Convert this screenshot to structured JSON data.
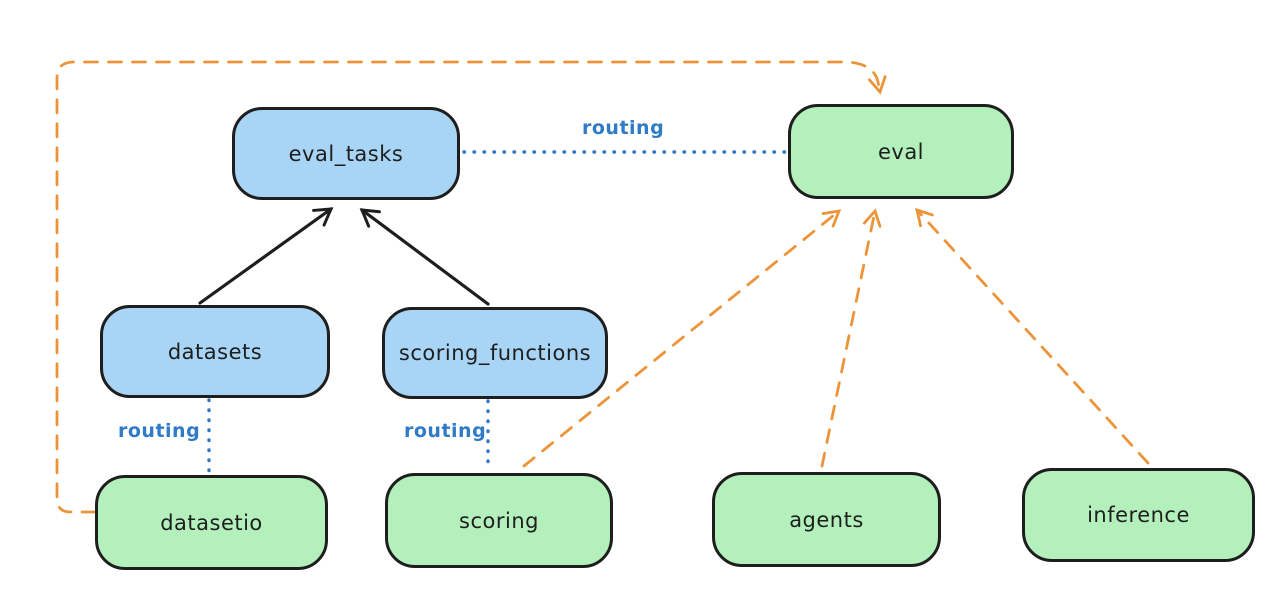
{
  "diagram": {
    "style": "hand-drawn flowchart (excalidraw-like)",
    "colors": {
      "background": "#ffffff",
      "node_stroke": "#1e1e1e",
      "blue_node_fill": "#a8d4f5",
      "green_node_fill": "#b4f0bc",
      "routing_label_blue": "#2f7bc7",
      "dotted_edge_blue": "#3277c2",
      "dashed_edge_orange": "#ec9439",
      "solid_edge_black": "#1e1e1e"
    },
    "nodes": [
      {
        "id": "eval_tasks",
        "label": "eval_tasks",
        "color": "blue"
      },
      {
        "id": "eval",
        "label": "eval",
        "color": "green"
      },
      {
        "id": "datasets",
        "label": "datasets",
        "color": "blue"
      },
      {
        "id": "scoring_functions",
        "label": "scoring_functions",
        "color": "blue"
      },
      {
        "id": "datasetio",
        "label": "datasetio",
        "color": "green"
      },
      {
        "id": "scoring",
        "label": "scoring",
        "color": "green"
      },
      {
        "id": "agents",
        "label": "agents",
        "color": "green"
      },
      {
        "id": "inference",
        "label": "inference",
        "color": "green"
      }
    ],
    "edge_labels": {
      "eval_tasks_to_eval": "routing",
      "datasets_to_datasetio": "routing",
      "scoring_functions_to_scoring": "routing"
    },
    "edges": [
      {
        "from": "datasets",
        "to": "eval_tasks",
        "style": "solid",
        "color": "black",
        "arrowhead": "open"
      },
      {
        "from": "scoring_functions",
        "to": "eval_tasks",
        "style": "solid",
        "color": "black",
        "arrowhead": "open"
      },
      {
        "from": "eval_tasks",
        "to": "eval",
        "style": "dotted",
        "color": "blue",
        "arrowhead": "none",
        "label": "routing"
      },
      {
        "from": "datasets",
        "to": "datasetio",
        "style": "dotted",
        "color": "blue",
        "arrowhead": "none",
        "label": "routing"
      },
      {
        "from": "scoring_functions",
        "to": "scoring",
        "style": "dotted",
        "color": "blue",
        "arrowhead": "none",
        "label": "routing"
      },
      {
        "from": "datasetio",
        "to": "eval",
        "style": "dashed",
        "color": "orange",
        "arrowhead": "open",
        "route": "left-edge elbow over the top into top of eval"
      },
      {
        "from": "scoring",
        "to": "eval",
        "style": "dashed",
        "color": "orange",
        "arrowhead": "open"
      },
      {
        "from": "agents",
        "to": "eval",
        "style": "dashed",
        "color": "orange",
        "arrowhead": "open"
      },
      {
        "from": "inference",
        "to": "eval",
        "style": "dashed",
        "color": "orange",
        "arrowhead": "open"
      }
    ]
  }
}
